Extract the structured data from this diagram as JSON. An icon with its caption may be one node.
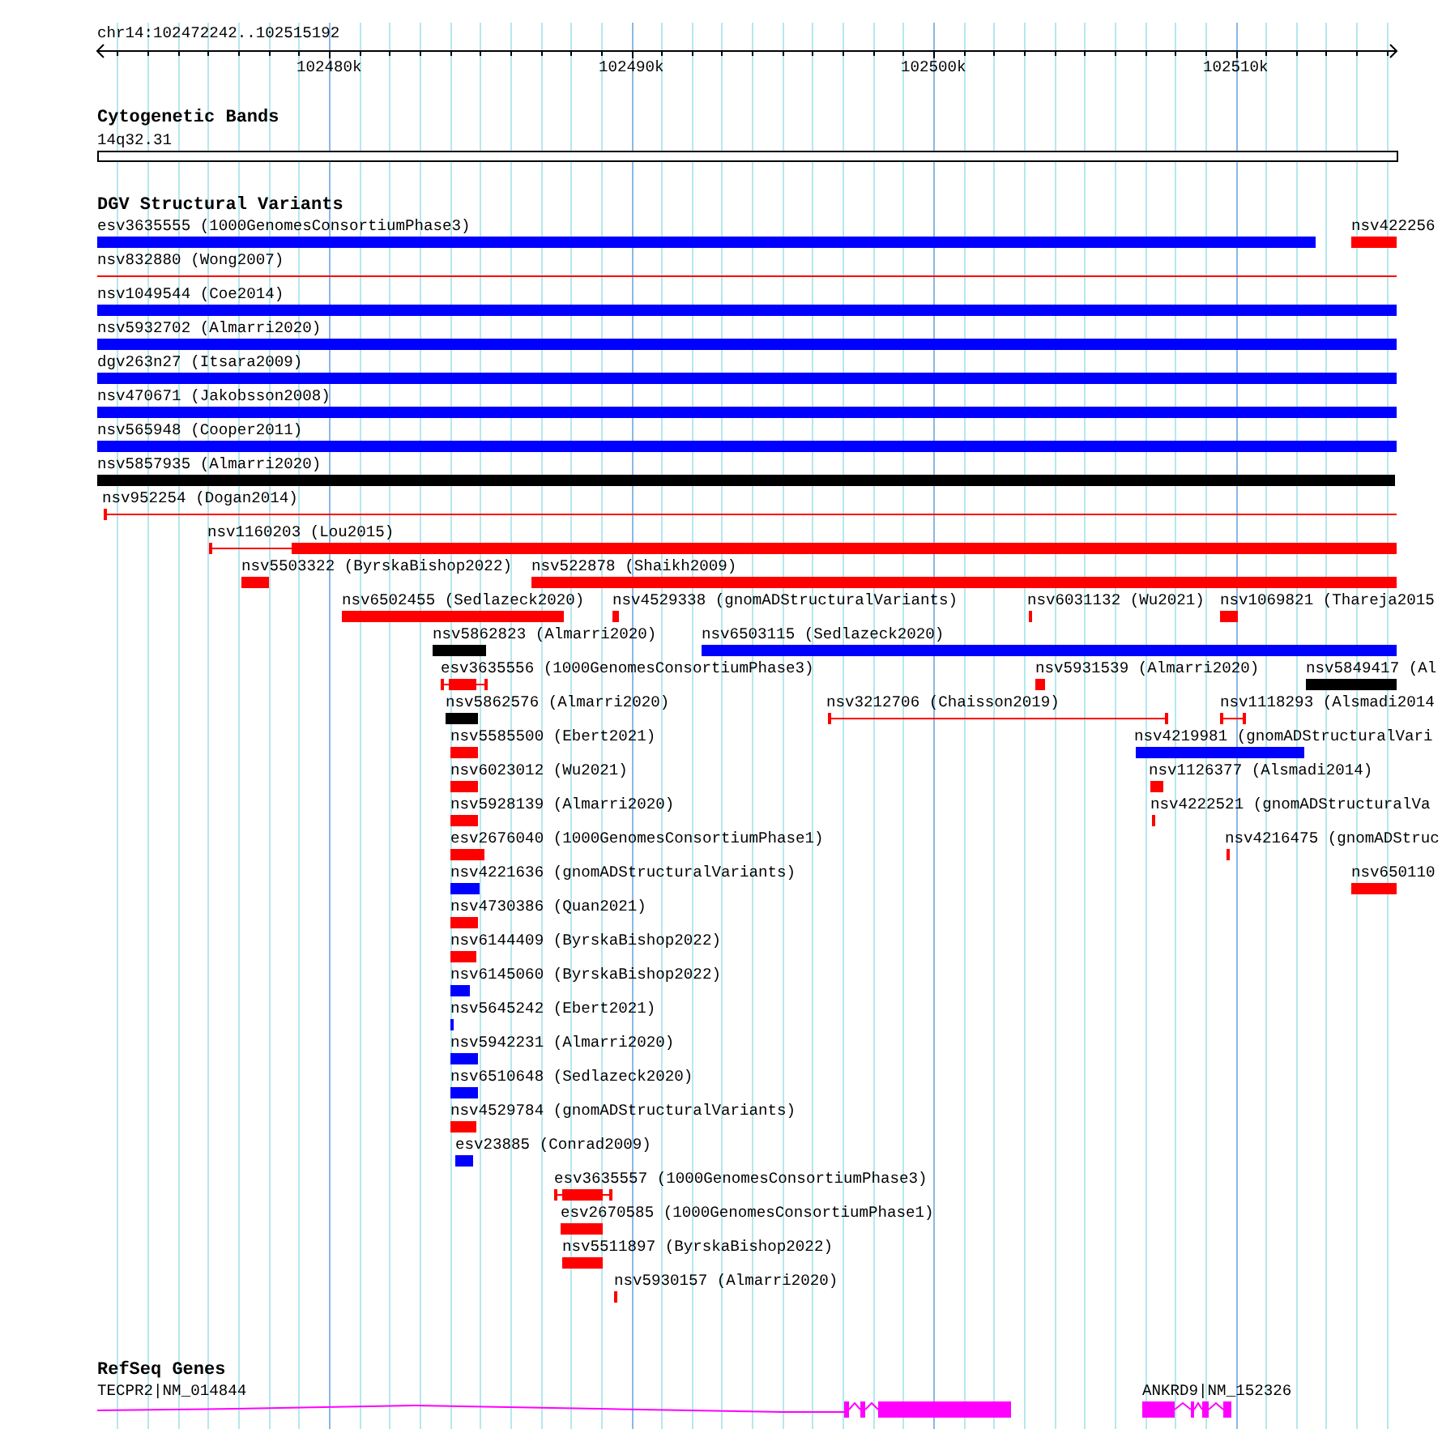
{
  "diagram": {
    "nodes": [
      {
        "text": [
          "esv3635555 (1000GenomesConsortiumPhase3)"
        ]
      },
      {
        "text": [
          "nsv422256"
        ]
      },
      {
        "text": [
          "nsv832880 (Wong2007)"
        ]
      },
      {
        "text": [
          "nsv1049544 (Coe2014)"
        ]
      },
      {
        "text": [
          "nsv5932702 (Almarri2020)"
        ]
      },
      {
        "text": [
          "dgv263n27 (Itsara2009)"
        ]
      },
      {
        "text": [
          "nsv470671 (Jakobsson2008)"
        ]
      },
      {
        "text": [
          "nsv565948 (Cooper2011)"
        ]
      },
      {
        "text": [
          "nsv5857935 (Almarri2020)"
        ]
      },
      {
        "text": [
          "nsv952254 (Dogan2014)"
        ]
      },
      {
        "text": [
          "nsv1160203 (Lou2015)"
        ]
      },
      {
        "text": [
          "nsv5503322 (ByrskaBishop2022)"
        ]
      },
      {
        "text": [
          "nsv522878 (Shaikh2009)"
        ]
      },
      {
        "text": [
          "nsv6502455 (Sedlazeck2020)"
        ]
      },
      {
        "text": [
          "nsv4529338 (gnomADStructuralVariants)"
        ]
      },
      {
        "text": [
          "nsv6031132 (Wu2021)"
        ]
      },
      {
        "text": [
          "nsv1069821 (Thareja2015"
        ]
      },
      {
        "text": [
          "nsv5862823 (Almarri2020)"
        ]
      },
      {
        "text": [
          "nsv6503115 (Sedlazeck2020)"
        ]
      },
      {
        "text": [
          "esv3635556 (1000GenomesConsortiumPhase3)"
        ]
      },
      {
        "text": [
          "nsv5931539 (Almarri2020)"
        ]
      },
      {
        "text": [
          "nsv5849417 (Al"
        ]
      },
      {
        "text": [
          "nsv5862576 (Almarri2020)"
        ]
      },
      {
        "text": [
          "nsv3212706 (Chaisson2019)"
        ]
      },
      {
        "text": [
          "nsv1118293 (Alsmadi2014"
        ]
      },
      {
        "text": [
          "nsv5585500 (Ebert2021)"
        ]
      },
      {
        "text": [
          "nsv4219981 (gnomADStructuralVari"
        ]
      },
      {
        "text": [
          "nsv6023012 (Wu2021)"
        ]
      },
      {
        "text": [
          "nsv1126377 (Alsmadi2014)"
        ]
      },
      {
        "text": [
          "nsv5928139 (Almarri2020)"
        ]
      },
      {
        "text": [
          "nsv4222521 (gnomADStructuralVa"
        ]
      },
      {
        "text": [
          "esv2676040 (1000GenomesConsortiumPhase1)"
        ]
      },
      {
        "text": [
          "nsv4216475 (gnomADStruc"
        ]
      },
      {
        "text": [
          "nsv4221636 (gnomADStructuralVariants)"
        ]
      },
      {
        "text": [
          "nsv650110"
        ]
      },
      {
        "text": [
          "nsv4730386 (Quan2021)"
        ]
      },
      {
        "text": [
          "nsv6144409 (ByrskaBishop2022)"
        ]
      },
      {
        "text": [
          "nsv6145060 (ByrskaBishop2022)"
        ]
      },
      {
        "text": [
          "nsv5645242 (Ebert2021)"
        ]
      },
      {
        "text": [
          "nsv5942231 (Almarri2020)"
        ]
      },
      {
        "text": [
          "nsv6510648 (Sedlazeck2020)"
        ]
      },
      {
        "text": [
          "nsv4529784 (gnomADStructuralVariants)"
        ]
      },
      {
        "text": [
          "esv23885 (Conrad2009)"
        ]
      },
      {
        "text": [
          "esv3635557 (1000GenomesConsortiumPhase3)"
        ]
      },
      {
        "text": [
          "esv2670585 (1000GenomesConsortiumPhase1)"
        ]
      },
      {
        "text": [
          "nsv5511897 (ByrskaBishop2022)"
        ]
      },
      {
        "text": [
          "nsv5930157 (Almarri2020)"
        ]
      },
      {
        "text": [
          "TECPR2|NM_014844"
        ]
      },
      {
        "text": [
          "ANKRD9|NM_152326"
        ]
      }
    ],
    "labels": [
      "chr14:102472242..102515192",
      "102480k",
      "102490k",
      "102500k",
      "102510k",
      "Cytogenetic Bands",
      "14q32.31",
      "DGV Structural Variants",
      "RefSeq Genes"
    ]
  }
}
